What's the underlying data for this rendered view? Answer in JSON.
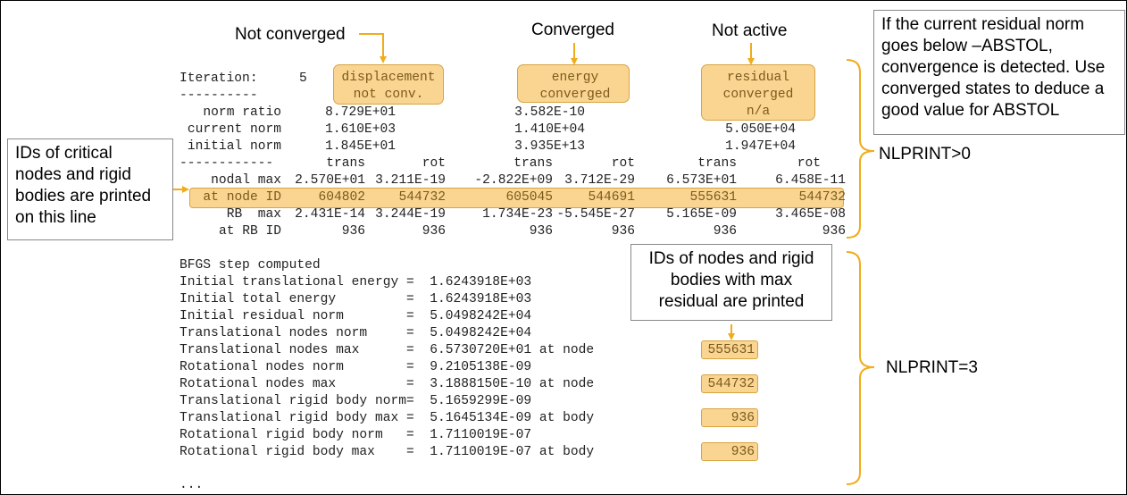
{
  "annotations": {
    "not_converged": "Not converged",
    "converged": "Converged",
    "not_active": "Not active",
    "abstol_note": [
      "If the current residual norm",
      "goes below –ABSTOL,",
      "convergence is detected. Use",
      "converged states to deduce a",
      "good value for ABSTOL"
    ],
    "ids_critical_note": [
      "IDs of critical",
      "nodes and rigid",
      "bodies are printed",
      "on this line"
    ],
    "ids_max_note": [
      "IDs of nodes and rigid",
      "bodies with max",
      "residual are printed"
    ],
    "nlprint_gt0": "NLPRINT>0",
    "nlprint_3": "NLPRINT=3"
  },
  "iteration": {
    "label": "Iteration:",
    "number": "5",
    "dashes": "----------"
  },
  "status": {
    "displacement": [
      "displacement",
      "not conv."
    ],
    "energy": [
      "energy",
      "converged"
    ],
    "residual": [
      "residual",
      "converged",
      "n/a"
    ]
  },
  "norms": [
    {
      "label": "norm ratio",
      "displacement": "8.729E+01",
      "energy": "3.582E-10",
      "residual": ""
    },
    {
      "label": "current norm",
      "displacement": "1.610E+03",
      "energy": "1.410E+04",
      "residual": "5.050E+04"
    },
    {
      "label": "initial norm",
      "displacement": "1.845E+01",
      "energy": "3.935E+13",
      "residual": "1.947E+04"
    }
  ],
  "separator": "------------",
  "column_headers": [
    "trans",
    "rot",
    "trans",
    "rot",
    "trans",
    "rot"
  ],
  "detail_rows": [
    {
      "label": "nodal max",
      "values": [
        "2.570E+01",
        "3.211E-19",
        "-2.822E+09",
        "3.712E-29",
        "6.573E+01",
        "6.458E-11"
      ]
    },
    {
      "label": "at node ID",
      "values": [
        "604802",
        "544732",
        "605045",
        "544691",
        "555631",
        "544732"
      ]
    },
    {
      "label": "RB  max",
      "values": [
        "2.431E-14",
        "3.244E-19",
        "1.734E-23",
        "-5.545E-27",
        "5.165E-09",
        "3.465E-08"
      ]
    },
    {
      "label": "at RB ID",
      "values": [
        "936",
        "936",
        "936",
        "936",
        "936",
        "936"
      ]
    }
  ],
  "bfgs": {
    "header": "BFGS step computed",
    "lines": [
      {
        "text": "Initial translational energy =  1.6243918E+03",
        "id": ""
      },
      {
        "text": "Initial total energy         =  1.6243918E+03",
        "id": ""
      },
      {
        "text": "Initial residual norm        =  5.0498242E+04",
        "id": ""
      },
      {
        "text": "Translational nodes norm     =  5.0498242E+04",
        "id": ""
      },
      {
        "text": "Translational nodes max      =  6.5730720E+01 at node",
        "id": "555631"
      },
      {
        "text": "Rotational nodes norm        =  9.2105138E-09",
        "id": ""
      },
      {
        "text": "Rotational nodes max         =  3.1888150E-10 at node",
        "id": "544732"
      },
      {
        "text": "Translational rigid body norm=  5.1659299E-09",
        "id": ""
      },
      {
        "text": "Translational rigid body max =  5.1645134E-09 at body",
        "id": "936"
      },
      {
        "text": "Rotational rigid body norm   =  1.7110019E-07",
        "id": ""
      },
      {
        "text": "Rotational rigid body max    =  1.7110019E-07 at body",
        "id": "936"
      }
    ],
    "ellipsis": "..."
  },
  "colors": {
    "highlight_fill": "#fad591",
    "highlight_border": "#d7a441",
    "arrow": "#f0ac1a",
    "note_border": "#888888"
  }
}
